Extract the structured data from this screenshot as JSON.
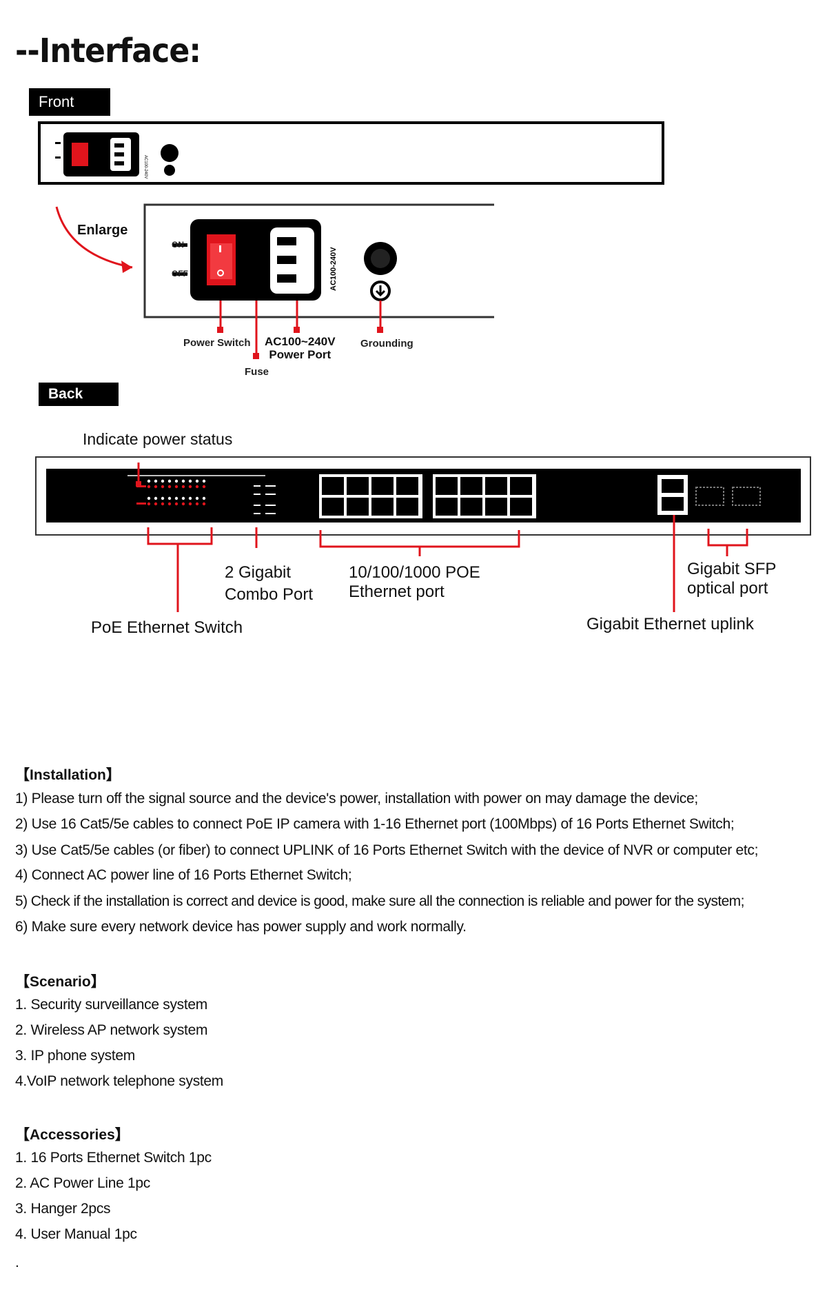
{
  "header": {
    "title": "--Interface:"
  },
  "front": {
    "tag": "Front",
    "enlarge": "Enlarge",
    "on_label": "ON",
    "off_label": "OFF",
    "voltage_vertical": "AC100-240V",
    "callouts": {
      "power_switch": "Power Switch",
      "power_port_line1": "AC100~240V",
      "power_port_line2": "Power Port",
      "fuse": "Fuse",
      "grounding": "Grounding"
    }
  },
  "back": {
    "tag": "Back",
    "indicate": "Indicate power status",
    "combo_line1": "2 Gigabit",
    "combo_line2": "Combo Port",
    "poe_line1": "10/100/1000 POE",
    "poe_line2": "Ethernet port",
    "sfp_line1": "Gigabit SFP",
    "sfp_line2": "optical port",
    "switch_label": "PoE Ethernet  Switch",
    "uplink_label": "Gigabit Ethernet uplink"
  },
  "installation": {
    "title": "【Installation】",
    "items": [
      "1) Please turn off the signal source and the device's power, installation with power on may damage the device;",
      "2) Use 16 Cat5/5e cables to connect PoE IP camera with 1-16 Ethernet port (100Mbps) of 16 Ports Ethernet Switch;",
      "3) Use Cat5/5e cables (or fiber) to connect UPLINK of 16 Ports Ethernet Switch with the device of NVR or computer etc;",
      "4) Connect AC power line of 16 Ports Ethernet Switch;",
      "5) Check if the installation is correct and device is good, make sure all the connection is reliable and power for the system;",
      "6) Make sure every network device has power supply and work normally."
    ]
  },
  "scenario": {
    "title": "【Scenario】",
    "items": [
      "1. Security surveillance system",
      "2. Wireless AP network system",
      "3. IP phone system",
      "4.VoIP network telephone system"
    ]
  },
  "accessories": {
    "title": "【Accessories】",
    "items": [
      "1. 16 Ports Ethernet Switch 1pc",
      "2. AC Power Line 1pc",
      "3. Hanger 2pcs",
      "4. User Manual 1pc"
    ]
  },
  "footer": {
    "dot": "."
  },
  "colors": {
    "callout_red": "#e0141c",
    "panel_black": "#000000"
  },
  "icons": [
    "enlarge-arrow-icon",
    "power-switch-icon",
    "power-socket-icon",
    "grounding-icon",
    "rj45-port-icon",
    "sfp-port-icon",
    "led-icon"
  ]
}
